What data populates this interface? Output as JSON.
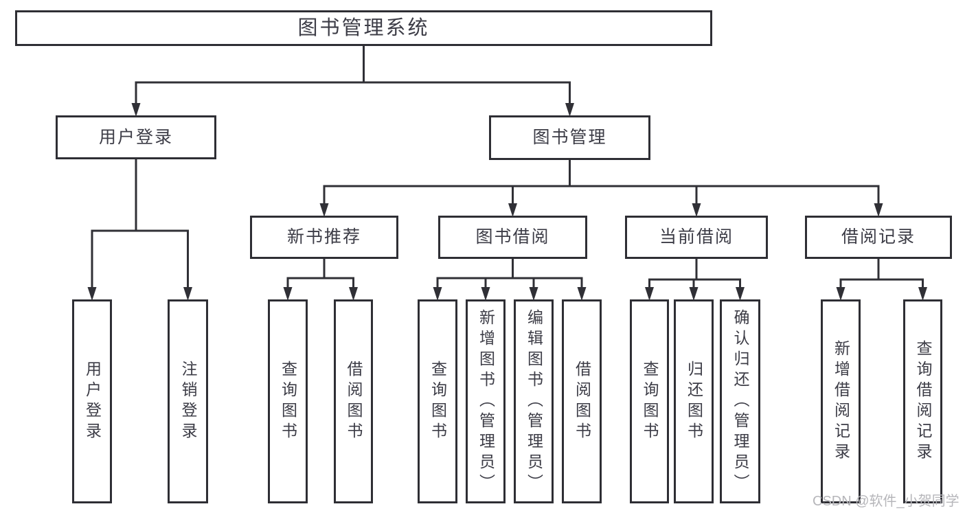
{
  "page": {
    "background": "#ffffff"
  },
  "colors": {
    "line": "#303036",
    "box_border": "#2e2e34",
    "text": "#3c3c46",
    "watermark": "#b6b6ba"
  },
  "diagram": {
    "title": "图书管理系统",
    "nodes": [
      {
        "id": "root",
        "label": "图书管理系统",
        "parent": null,
        "orientation": "horizontal"
      },
      {
        "id": "login",
        "label": "用户登录",
        "parent": "root",
        "orientation": "horizontal"
      },
      {
        "id": "mgmt",
        "label": "图书管理",
        "parent": "root",
        "orientation": "horizontal"
      },
      {
        "id": "rec",
        "label": "新书推荐",
        "parent": "mgmt",
        "orientation": "horizontal"
      },
      {
        "id": "borrow",
        "label": "图书借阅",
        "parent": "mgmt",
        "orientation": "horizontal"
      },
      {
        "id": "current",
        "label": "当前借阅",
        "parent": "mgmt",
        "orientation": "horizontal"
      },
      {
        "id": "records",
        "label": "借阅记录",
        "parent": "mgmt",
        "orientation": "horizontal"
      },
      {
        "id": "login-1",
        "label": "用户登录",
        "parent": "login",
        "orientation": "vertical"
      },
      {
        "id": "login-2",
        "label": "注销登录",
        "parent": "login",
        "orientation": "vertical"
      },
      {
        "id": "rec-1",
        "label": "查询图书",
        "parent": "rec",
        "orientation": "vertical"
      },
      {
        "id": "rec-2",
        "label": "借阅图书",
        "parent": "rec",
        "orientation": "vertical"
      },
      {
        "id": "borrow-1",
        "label": "查询图书",
        "parent": "borrow",
        "orientation": "vertical"
      },
      {
        "id": "borrow-2",
        "label": "新增图书（管理员）",
        "parent": "borrow",
        "orientation": "vertical"
      },
      {
        "id": "borrow-3",
        "label": "编辑图书（管理员）",
        "parent": "borrow",
        "orientation": "vertical"
      },
      {
        "id": "borrow-4",
        "label": "借阅图书",
        "parent": "borrow",
        "orientation": "vertical"
      },
      {
        "id": "current-1",
        "label": "查询图书",
        "parent": "current",
        "orientation": "vertical"
      },
      {
        "id": "current-2",
        "label": "归还图书",
        "parent": "current",
        "orientation": "vertical"
      },
      {
        "id": "current-3",
        "label": "确认归还（管理员）",
        "parent": "current",
        "orientation": "vertical"
      },
      {
        "id": "records-1",
        "label": "新增借阅记录",
        "parent": "records",
        "orientation": "vertical"
      },
      {
        "id": "records-2",
        "label": "查询借阅记录",
        "parent": "records",
        "orientation": "vertical"
      }
    ]
  },
  "watermark": {
    "text": "CSDN @软件_小贺同学"
  }
}
